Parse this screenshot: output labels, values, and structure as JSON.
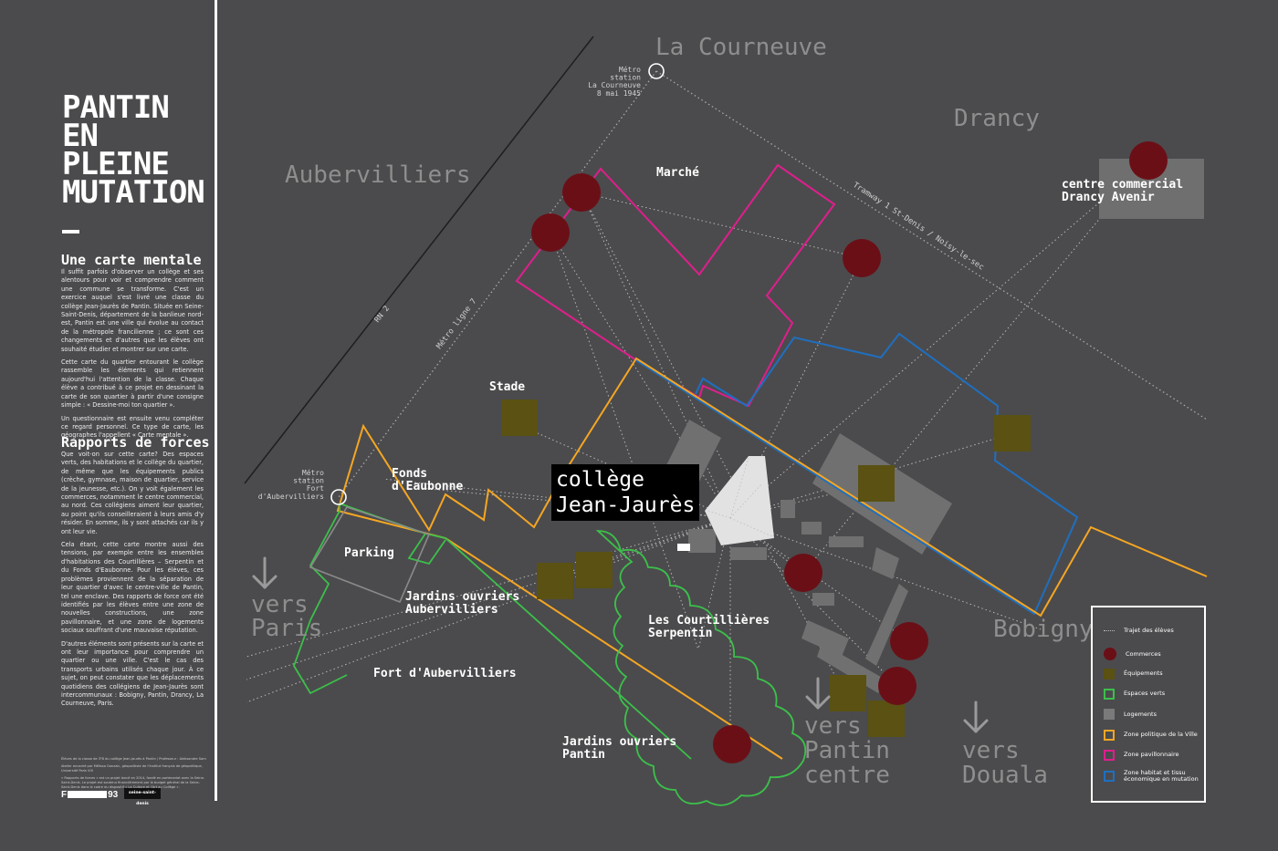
{
  "sidebar": {
    "title": "PANTIN\nEN\nPLEINE\nMUTATION",
    "section1_heading": "Une carte mentale",
    "section1_paragraphs": [
      "Il suffit parfois d'observer un collège et ses alentours pour voir et comprendre comment une commune se transforme. C'est un exercice auquel s'est livré une classe du collège Jean-Jaurès de Pantin. Située en Seine-Saint-Denis, département de la banlieue nord-est, Pantin est une ville qui évolue au contact de la métropole francilienne ; ce sont ces changements et d'autres que les élèves ont souhaité étudier et montrer sur une carte.",
      "Cette carte du quartier entourant le collège rassemble les éléments qui retiennent aujourd'hui l'attention de la classe. Chaque élève a contribué à ce projet en dessinant la carte de son quartier à partir d'une consigne simple : « Dessine-moi ton quartier ».",
      "Un questionnaire est ensuite venu compléter ce regard personnel. Ce type de carte, les géographes l'appellent « Carte mentale »."
    ],
    "section2_heading": "Rapports de forces",
    "section2_paragraphs": [
      "Que voit-on sur cette carte? Des espaces verts, des habitations et le collège du quartier, de même que les équipements publics (crèche, gymnase, maison de quartier, service de la jeunesse, etc.). On y voit également les commerces, notamment le centre commercial, au nord. Ces collégiens aiment leur quartier, au point qu'ils conseilleraient à leurs amis d'y résider. En somme, ils y sont attachés car ils y ont leur vie.",
      "Cela étant, cette carte montre aussi des tensions, par exemple entre les ensembles d'habitations des Courtillières – Serpentin et du Fonds d'Eaubonne. Pour les élèves, ces problèmes proviennent de la séparation de leur quartier d'avec le centre-ville de Pantin, tel une enclave. Des rapports de force ont été identifiés par les élèves entre une zone de nouvelles constructions, une zone pavillonnaire, et une zone de logements sociaux souffrant d'une mauvaise réputation.",
      "D'autres éléments sont présents sur la carte et ont leur importance pour comprendre un quartier ou une ville. C'est le cas des transports urbains utilisés chaque jour. À ce sujet, on peut constater que les déplacements quotidiens des collégiens de Jean-Jaurès sont intercommunaux : Bobigny, Pantin, Drancy, La Courneuve, Paris."
    ],
    "credits": [
      "Élèves de la classe de 3ᵉB du collège Jean-Jaurès à Pantin / Professeur : Aleksandre Sam",
      "Atelier encadré par Mélissa Gonzaic, géopolitiste de l'Institut français de géopolitique, Université Paris VIII",
      "« Rapports de forces » est un projet lancé en 2014, fondé en partenariat avec la Seine-Saint-Denis. Le projet est soutenu financièrement par le budget général de la Seine-Saint-Denis dans le cadre du dispositif « La Culture et l'Art au Collège »."
    ],
    "logo_f_left": "F",
    "logo_f_right": "93",
    "logo_ssd": "seine-saint-denis"
  },
  "map": {
    "towns": {
      "la_courneuve": "La Courneuve",
      "drancy": "Drancy",
      "aubervilliers": "Aubervilliers",
      "bobigny": "Bobigny"
    },
    "directions": {
      "paris": "vers\nParis",
      "pantin_centre": "vers\nPantin\ncentre",
      "douala": "vers\nDouala"
    },
    "metro_courneuve": "Métro\nstation\nLa Courneuve\n8 mai 1945",
    "metro_fort": "Métro\nstation\nFort\nd'Aubervilliers",
    "road_rn2": "RN 2",
    "road_metro7": "Métro ligne 7",
    "road_tramway": "Tramway 1 St-Denis / Noisy-le-sec",
    "places": {
      "marche": "Marché",
      "centre_commercial": "centre commercial\nDrancy Avenir",
      "stade": "Stade",
      "fonds_eaubonne": "Fonds\nd'Eaubonne",
      "parking": "Parking",
      "jardins_aubervilliers": "Jardins ouvriers\nAubervilliers",
      "courtillieres": "Les Courtillières\nSerpentin",
      "fort_aubervilliers": "Fort d'Aubervilliers",
      "jardins_pantin": "Jardins ouvriers\nPantin"
    },
    "college": "collège\nJean-Jaurès"
  },
  "legend": {
    "items": [
      {
        "label": "Trajet des élèves",
        "color": "#bdbdbd",
        "kind": "dots"
      },
      {
        "label": "Commerces",
        "color": "#6b0f17",
        "kind": "circle"
      },
      {
        "label": "Équipements",
        "color": "#5a5113",
        "kind": "square"
      },
      {
        "label": "Espaces verts",
        "color": "#3cc04a",
        "kind": "outline"
      },
      {
        "label": "Logements",
        "color": "#7a7a7a",
        "kind": "square"
      },
      {
        "label": "Zone politique de la Ville",
        "color": "#f5a623",
        "kind": "outline"
      },
      {
        "label": "Zone pavillonnaire",
        "color": "#e01e8c",
        "kind": "outline"
      },
      {
        "label": "Zone habitat et tissu\néconomique en mutation",
        "color": "#1f6fc0",
        "kind": "outline"
      }
    ]
  },
  "colors": {
    "background": "#4b4b4d",
    "commerce": "#6b0f17",
    "equipement": "#5a5113",
    "espaces_verts": "#3cc04a",
    "logements": "#7a7a7a",
    "zone_politique": "#f5a623",
    "zone_pavillonnaire": "#e01e8c",
    "zone_mutation": "#1f6fc0",
    "town_label": "#8e8e8e"
  }
}
